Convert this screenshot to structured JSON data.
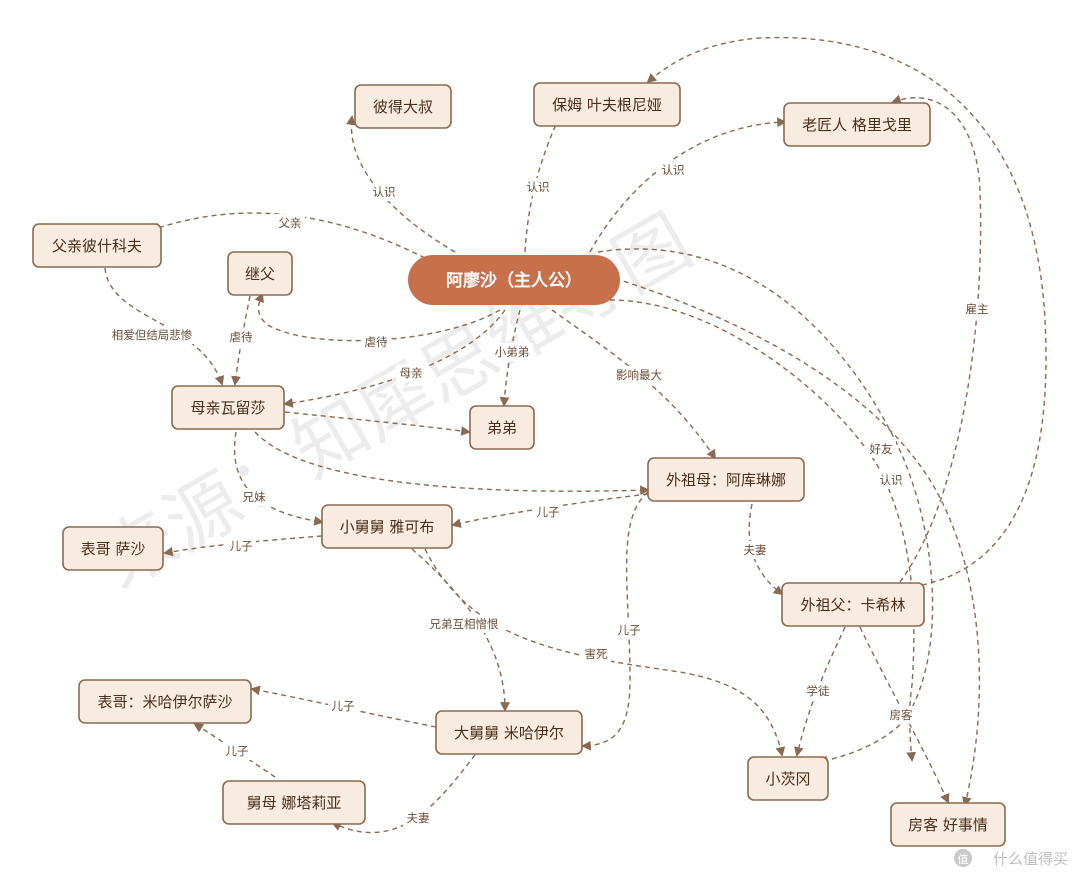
{
  "watermark": "来源：知犀思维导图",
  "brand": "值 什么值得买",
  "nodes": {
    "center": "阿廖沙（主人公）",
    "uncle_peter": "彼得大叔",
    "nanny": "保姆 叶夫根尼娅",
    "old_craftsman": "老匠人 格里戈里",
    "father": "父亲彼什科夫",
    "stepfather": "继父",
    "mother": "母亲瓦留莎",
    "brother": "弟弟",
    "grandmother": "外祖母：阿库琳娜",
    "young_uncle": "小舅舅 雅可布",
    "cousin_sasha": "表哥 萨沙",
    "grandfather": "外祖父：卡希林",
    "cousin_mikhail_sasha": "表哥：米哈伊尔萨沙",
    "elder_uncle": "大舅舅 米哈伊尔",
    "aunt": "舅母 娜塔莉亚",
    "xiaozhuang": "小茨冈",
    "tenant": "房客 好事情"
  },
  "edge_labels": {
    "center_peter": "认识",
    "center_nanny": "认识",
    "center_craftsman": "认识",
    "center_father": "父亲",
    "center_stepfather": "虐待",
    "stepfather_mother": "虐待",
    "father_mother": "相爱但结局悲惨",
    "center_mother": "母亲",
    "center_brother": "小弟弟",
    "center_grandmother": "影响最大",
    "grandfather_craftsman": "雇主",
    "center_xiaozhuang": "好友",
    "center_tenant": "认识",
    "mother_young_uncle": "兄妹",
    "grandmother_young_uncle": "儿子",
    "young_uncle_sasha": "儿子",
    "grandmother_grandfather": "夫妻",
    "young_uncle_elder_uncle": "兄弟互相憎恨",
    "young_uncle_xiaozhuang": "害死",
    "grandmother_elder_uncle": "儿子",
    "grandfather_xiaozhuang": "学徒",
    "grandfather_tenant": "房客",
    "elder_uncle_cousin": "儿子",
    "aunt_cousin": "儿子",
    "elder_uncle_aunt": "夫妻"
  }
}
